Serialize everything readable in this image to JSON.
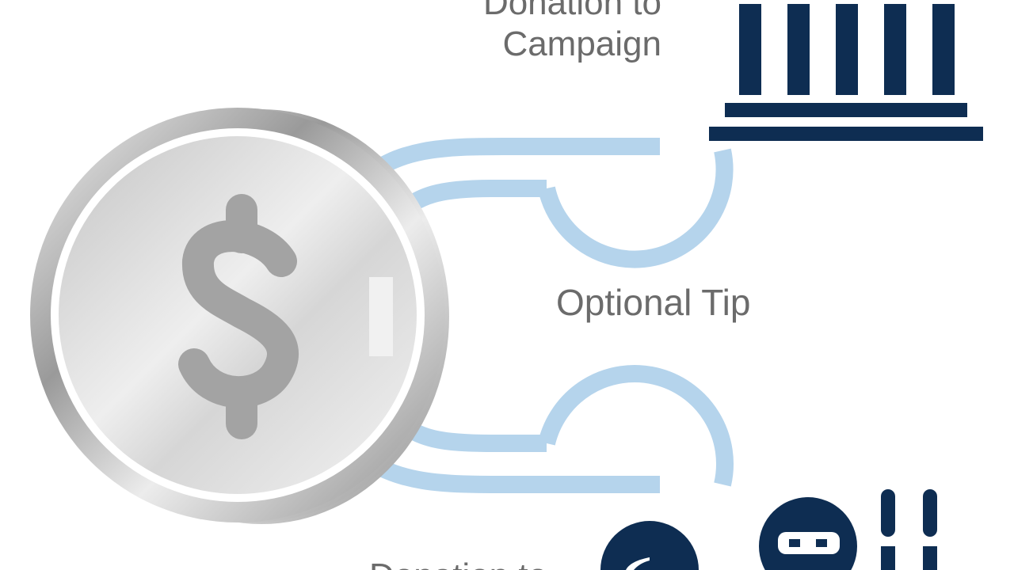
{
  "labels": {
    "donation": "Donation to Campaign",
    "tip": "Optional Tip",
    "bottom": "Donation to"
  },
  "icons": {
    "coin": "dollar-coin-icon",
    "institution": "bank-building-icon",
    "platform": "ninja-mascot-icon",
    "fee": "food-cloche-icon"
  },
  "colors": {
    "navy": "#0e2d52",
    "flow_blue": "#b5d4ec",
    "label_gray": "#6b6b6b"
  }
}
